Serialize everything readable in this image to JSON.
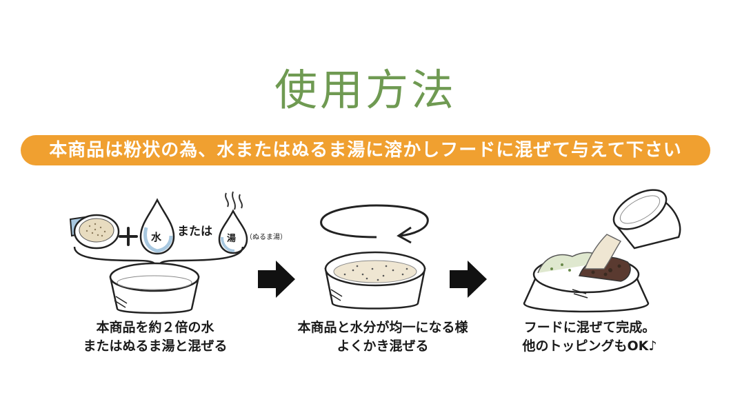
{
  "title": "使用方法",
  "banner": "本商品は粉状の為、水またはぬるま湯に溶かしフードに混ぜて与えて下さい",
  "step1": {
    "water_label": "水",
    "or_label": "または",
    "hot_water_label": "湯",
    "hot_water_note": "（ぬるま湯）",
    "caption_line1": "本商品を約２倍の水",
    "caption_line2": "またはぬるま湯と混ぜる"
  },
  "step2": {
    "caption_line1": "本商品と水分が均一になる様",
    "caption_line2": "よくかき混ぜる"
  },
  "step3": {
    "caption_line1": "フードに混ぜて完成。",
    "caption_line2": "他のトッピングもOK♪"
  },
  "colors": {
    "title": "#6f9a52",
    "banner_bg": "#f0a030",
    "banner_text": "#ffffff",
    "water_blue": "#a8c8e0"
  },
  "icons": [
    "scoop-icon",
    "plus-icon",
    "water-drop-icon",
    "hot-water-drop-icon",
    "steam-icon",
    "bowl-icon",
    "stir-arrow-icon",
    "arrow-right-icon",
    "dog-food-bowl-icon",
    "pouring-cup-icon"
  ]
}
